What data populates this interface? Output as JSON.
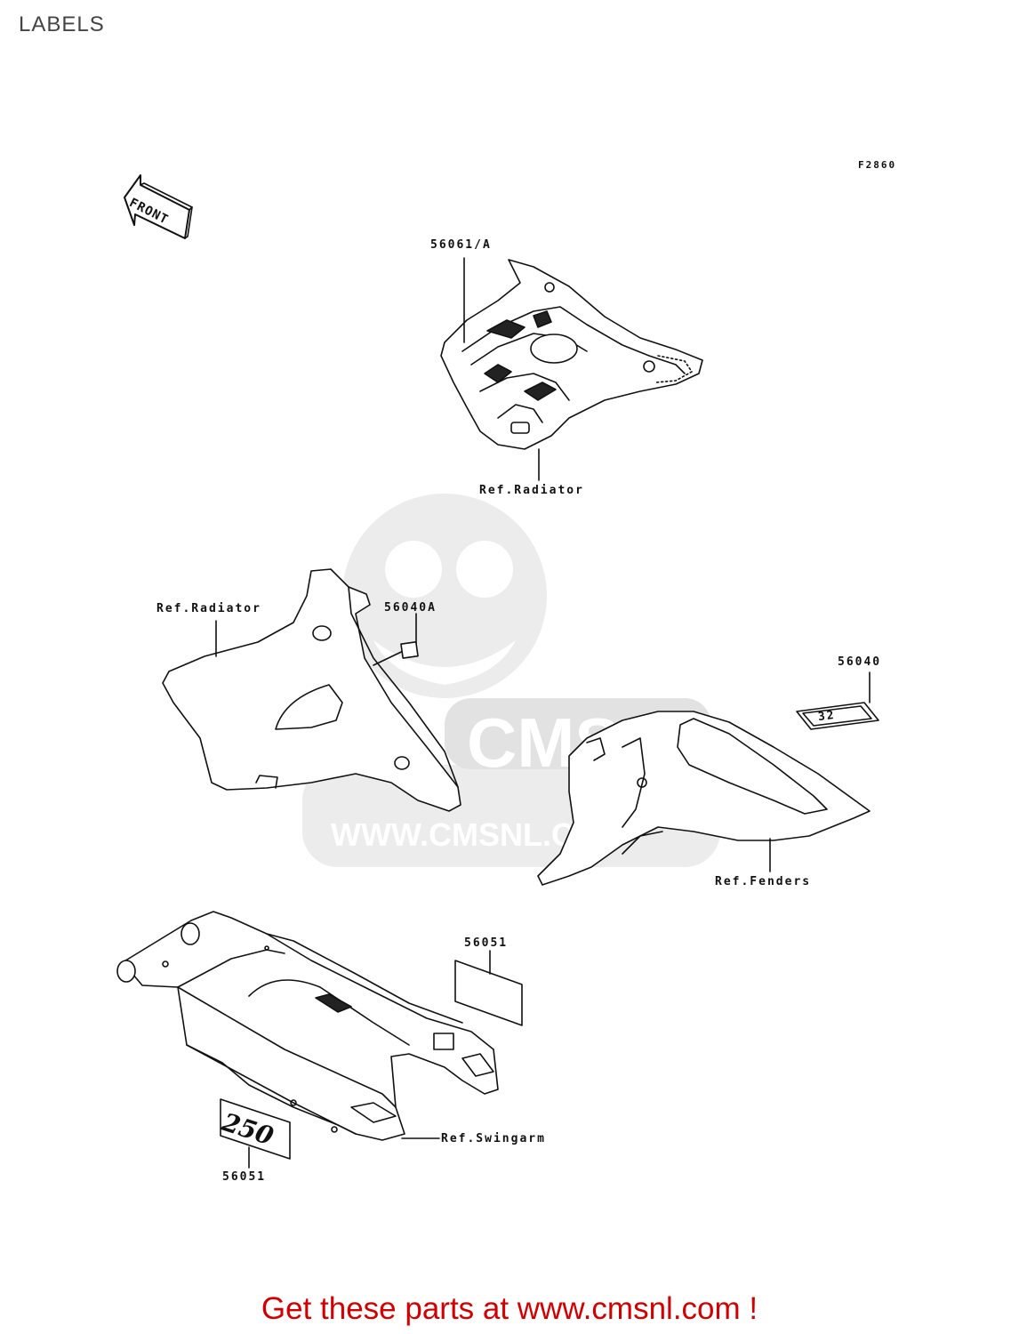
{
  "page": {
    "title": "LABELS",
    "figure_code": "F2860",
    "footer_cta": "Get these parts at www.cmsnl.com !"
  },
  "front_arrow": {
    "label": "FRONT"
  },
  "callouts": {
    "shroud_label_right": "56061/A",
    "ref_radiator_top": "Ref.Radiator",
    "ref_radiator_left": "Ref.Radiator",
    "shroud_label_small": "56040A",
    "fender_label": "56040",
    "ref_fenders": "Ref.Fenders",
    "swingarm_label_plain": "56051",
    "swingarm_label_250": "56051",
    "ref_swingarm": "Ref.Swingarm"
  },
  "decals": {
    "fender_decal_text": "32",
    "swingarm_decal_text": "250"
  },
  "watermark": {
    "brand": "CMS",
    "url": "WWW.CMSNL.COM"
  }
}
